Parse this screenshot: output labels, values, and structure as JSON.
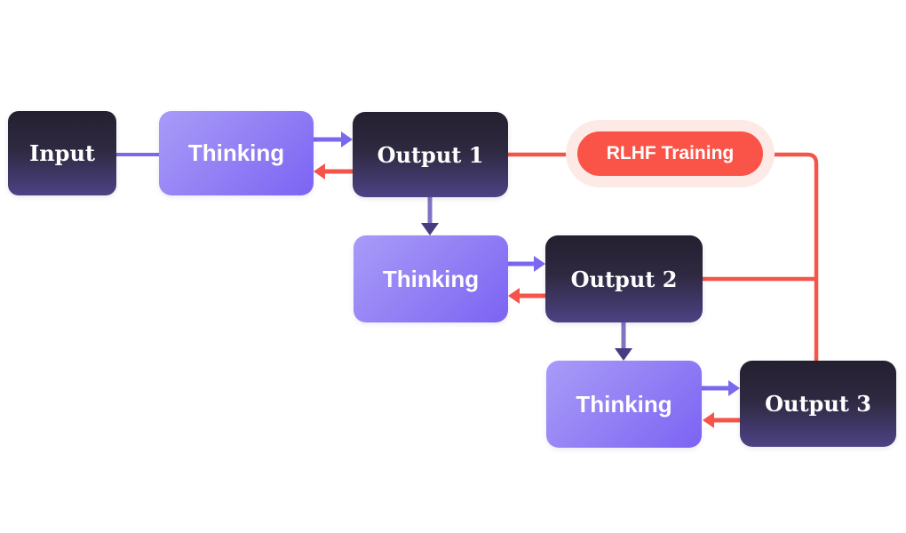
{
  "diagram": {
    "description": "RLHF training loop flow diagram with iterative thinking and output steps",
    "nodes": {
      "input": {
        "label": "Input",
        "type": "dark-box"
      },
      "thinking_1": {
        "label": "Thinking",
        "type": "thinking-box"
      },
      "output_1": {
        "label": "Output 1",
        "type": "dark-box"
      },
      "rlhf_training": {
        "label": "RLHF Training",
        "type": "red-pill"
      },
      "thinking_2": {
        "label": "Thinking",
        "type": "thinking-box"
      },
      "output_2": {
        "label": "Output 2",
        "type": "dark-box"
      },
      "thinking_3": {
        "label": "Thinking",
        "type": "thinking-box"
      },
      "output_3": {
        "label": "Output 3",
        "type": "dark-box"
      }
    },
    "edges": [
      {
        "from": "input",
        "to": "thinking_1",
        "color": "purple",
        "style": "plain-line"
      },
      {
        "from": "thinking_1",
        "to": "output_1",
        "color": "purple",
        "style": "arrow-right"
      },
      {
        "from": "output_1",
        "to": "thinking_1",
        "color": "red",
        "style": "arrow-left"
      },
      {
        "from": "output_1",
        "to": "rlhf_training",
        "color": "red",
        "style": "plain-line"
      },
      {
        "from": "output_1",
        "to": "thinking_2",
        "color": "dark-indigo",
        "style": "arrow-down"
      },
      {
        "from": "rlhf_training",
        "to": "output_3",
        "color": "red",
        "style": "elbow-line"
      },
      {
        "from": "thinking_2",
        "to": "output_2",
        "color": "purple",
        "style": "arrow-right"
      },
      {
        "from": "output_2",
        "to": "thinking_2",
        "color": "red",
        "style": "arrow-left"
      },
      {
        "from": "output_2",
        "to": "rlhf_training",
        "color": "red",
        "style": "plain-line-to-vertical"
      },
      {
        "from": "output_2",
        "to": "thinking_3",
        "color": "dark-indigo",
        "style": "arrow-down"
      },
      {
        "from": "thinking_3",
        "to": "output_3",
        "color": "purple",
        "style": "arrow-right"
      },
      {
        "from": "output_3",
        "to": "thinking_3",
        "color": "red",
        "style": "arrow-left"
      }
    ],
    "colors": {
      "background": "#ffffff",
      "dark_box_top": "#242030",
      "dark_box_bottom": "#4d4284",
      "thinking_box_light": "#a89bf8",
      "thinking_box_dark": "#7c63f3",
      "purple_arrow": "#7a68ee",
      "down_arrow_shaft": "#8173c3",
      "down_arrow_head": "#453d80",
      "red_arrow": "#f5544a",
      "rlhf_pill_fill": "#fa5347",
      "rlhf_halo": "#fdeae7",
      "node_text": "#ffffff"
    }
  }
}
